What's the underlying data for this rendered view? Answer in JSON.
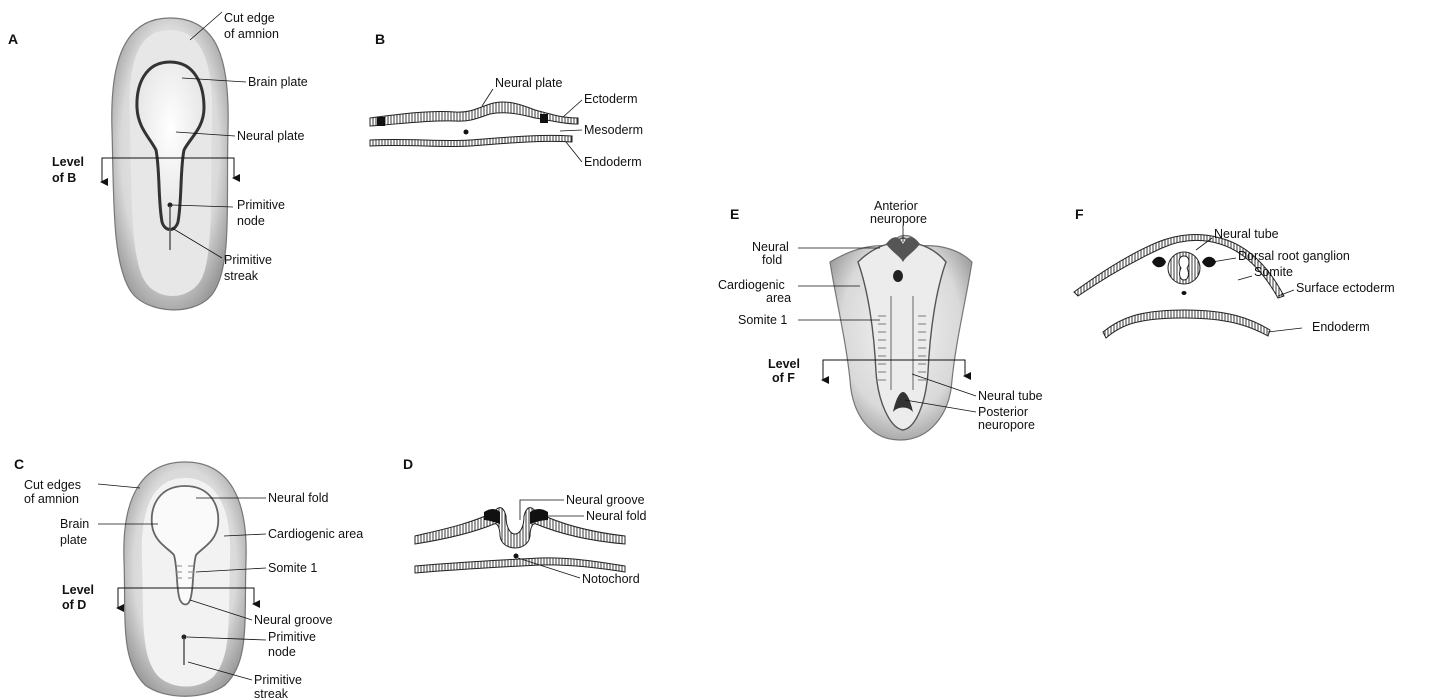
{
  "panels": {
    "a": {
      "letter": "A",
      "labels": {
        "cut_edge_1": "Cut edge",
        "cut_edge_2": "of amnion",
        "brain_plate": "Brain plate",
        "neural_plate": "Neural plate",
        "level_1": "Level",
        "level_2": "of B",
        "prim_node_1": "Primitive",
        "prim_node_2": "node",
        "prim_streak_1": "Primitive",
        "prim_streak_2": "streak"
      }
    },
    "b": {
      "letter": "B",
      "labels": {
        "neural_plate": "Neural plate",
        "ectoderm": "Ectoderm",
        "mesoderm": "Mesoderm",
        "endoderm": "Endoderm"
      }
    },
    "c": {
      "letter": "C",
      "labels": {
        "cut_edges_1": "Cut edges",
        "cut_edges_2": "of amnion",
        "brain_1": "Brain",
        "brain_2": "plate",
        "neural_fold": "Neural fold",
        "cardiogenic": "Cardiogenic area",
        "somite": "Somite 1",
        "level_1": "Level",
        "level_2": "of D",
        "neural_groove": "Neural groove",
        "prim_node_1": "Primitive",
        "prim_node_2": "node",
        "prim_streak_1": "Primitive",
        "prim_streak_2": "streak"
      }
    },
    "d": {
      "letter": "D",
      "labels": {
        "neural_groove": "Neural groove",
        "neural_fold": "Neural fold",
        "notochord": "Notochord"
      }
    },
    "e": {
      "letter": "E",
      "labels": {
        "ant_np_1": "Anterior",
        "ant_np_2": "neuropore",
        "neural_fold_1": "Neural",
        "neural_fold_2": "fold",
        "cardio_1": "Cardiogenic",
        "cardio_2": "area",
        "somite": "Somite 1",
        "level_1": "Level",
        "level_2": "of F",
        "neural_tube": "Neural tube",
        "post_np_1": "Posterior",
        "post_np_2": "neuropore"
      }
    },
    "f": {
      "letter": "F",
      "labels": {
        "neural_tube": "Neural  tube",
        "drg": "Dorsal root ganglion",
        "somite": "Somite",
        "surface_ecto": "Surface ectoderm",
        "endoderm": "Endoderm"
      }
    }
  }
}
